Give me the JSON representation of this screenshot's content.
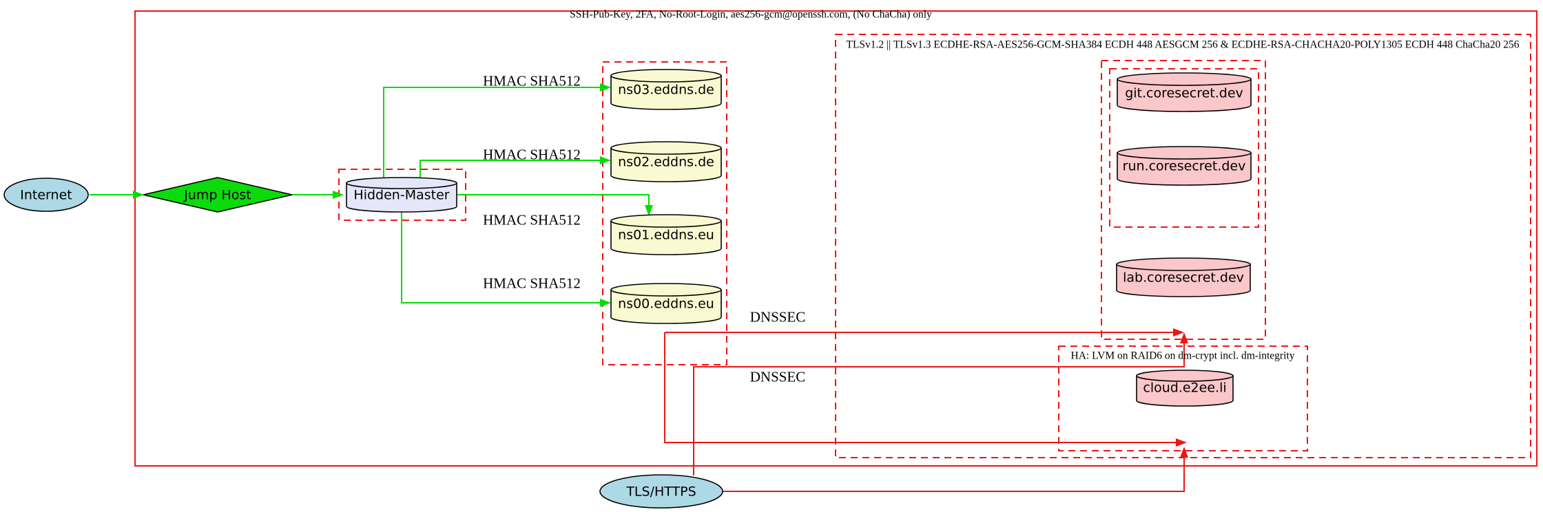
{
  "diagram": {
    "colors": {
      "red": "#EE1515",
      "green": "#00DE00",
      "black": "#000000",
      "internet_fill": "#ADD8E6",
      "tls_https_fill": "#ADD8E6",
      "jump_host_fill": "#0BDB0B",
      "hidden_master_fill": "#E6E6FA",
      "nameserver_fill": "#FAFAD2",
      "service_fill": "#FAC7CA"
    },
    "clusters": {
      "ssh": {
        "label": "SSH-Pub-Key, 2FA, No-Root-Login, aes256-gcm@openssh.com, (No ChaCha) only"
      },
      "tls": {
        "label": "TLSv1.2 || TLSv1.3 ECDHE-RSA-AES256-GCM-SHA384 ECDH 448 AESGCM 256 & ECDHE-RSA-CHACHA20-POLY1305 ECDH 448 ChaCha20 256"
      },
      "ha": {
        "label": "HA: LVM on RAID6 on dm-crypt incl. dm-integrity"
      }
    },
    "nodes": {
      "internet": {
        "label": "Internet",
        "shape": "ellipse"
      },
      "jump_host": {
        "label": "Jump Host",
        "shape": "diamond"
      },
      "hidden_master": {
        "label": "Hidden-Master",
        "shape": "cylinder"
      },
      "ns03": {
        "label": "ns03.eddns.de",
        "shape": "cylinder"
      },
      "ns02": {
        "label": "ns02.eddns.de",
        "shape": "cylinder"
      },
      "ns01": {
        "label": "ns01.eddns.eu",
        "shape": "cylinder"
      },
      "ns00": {
        "label": "ns00.eddns.eu",
        "shape": "cylinder"
      },
      "git": {
        "label": "git.coresecret.dev",
        "shape": "cylinder"
      },
      "run": {
        "label": "run.coresecret.dev",
        "shape": "cylinder"
      },
      "lab": {
        "label": "lab.coresecret.dev",
        "shape": "cylinder"
      },
      "cloud": {
        "label": "cloud.e2ee.li",
        "shape": "cylinder"
      },
      "tls_https": {
        "label": "TLS/HTTPS",
        "shape": "ellipse"
      }
    },
    "edge_labels": {
      "hmac": "HMAC SHA512",
      "dnssec": "DNSSEC"
    },
    "edges": [
      {
        "from": "Internet",
        "to": "Jump Host",
        "color": "green"
      },
      {
        "from": "Jump Host",
        "to": "Hidden-Master",
        "color": "green"
      },
      {
        "from": "Hidden-Master",
        "to": "ns03.eddns.de",
        "label": "HMAC SHA512",
        "color": "green"
      },
      {
        "from": "Hidden-Master",
        "to": "ns02.eddns.de",
        "label": "HMAC SHA512",
        "color": "green"
      },
      {
        "from": "Hidden-Master",
        "to": "ns01.eddns.eu",
        "label": "HMAC SHA512",
        "color": "green"
      },
      {
        "from": "Hidden-Master",
        "to": "ns00.eddns.eu",
        "label": "HMAC SHA512",
        "color": "green"
      },
      {
        "from": "nameserver-cluster",
        "to": "coresecret-cluster",
        "label": "DNSSEC",
        "color": "red"
      },
      {
        "from": "nameserver-cluster",
        "to": "ha-cluster",
        "label": "DNSSEC",
        "color": "red"
      },
      {
        "from": "TLS/HTTPS",
        "to": "coresecret-cluster",
        "color": "red"
      },
      {
        "from": "TLS/HTTPS",
        "to": "ha-cluster",
        "color": "red"
      }
    ]
  }
}
